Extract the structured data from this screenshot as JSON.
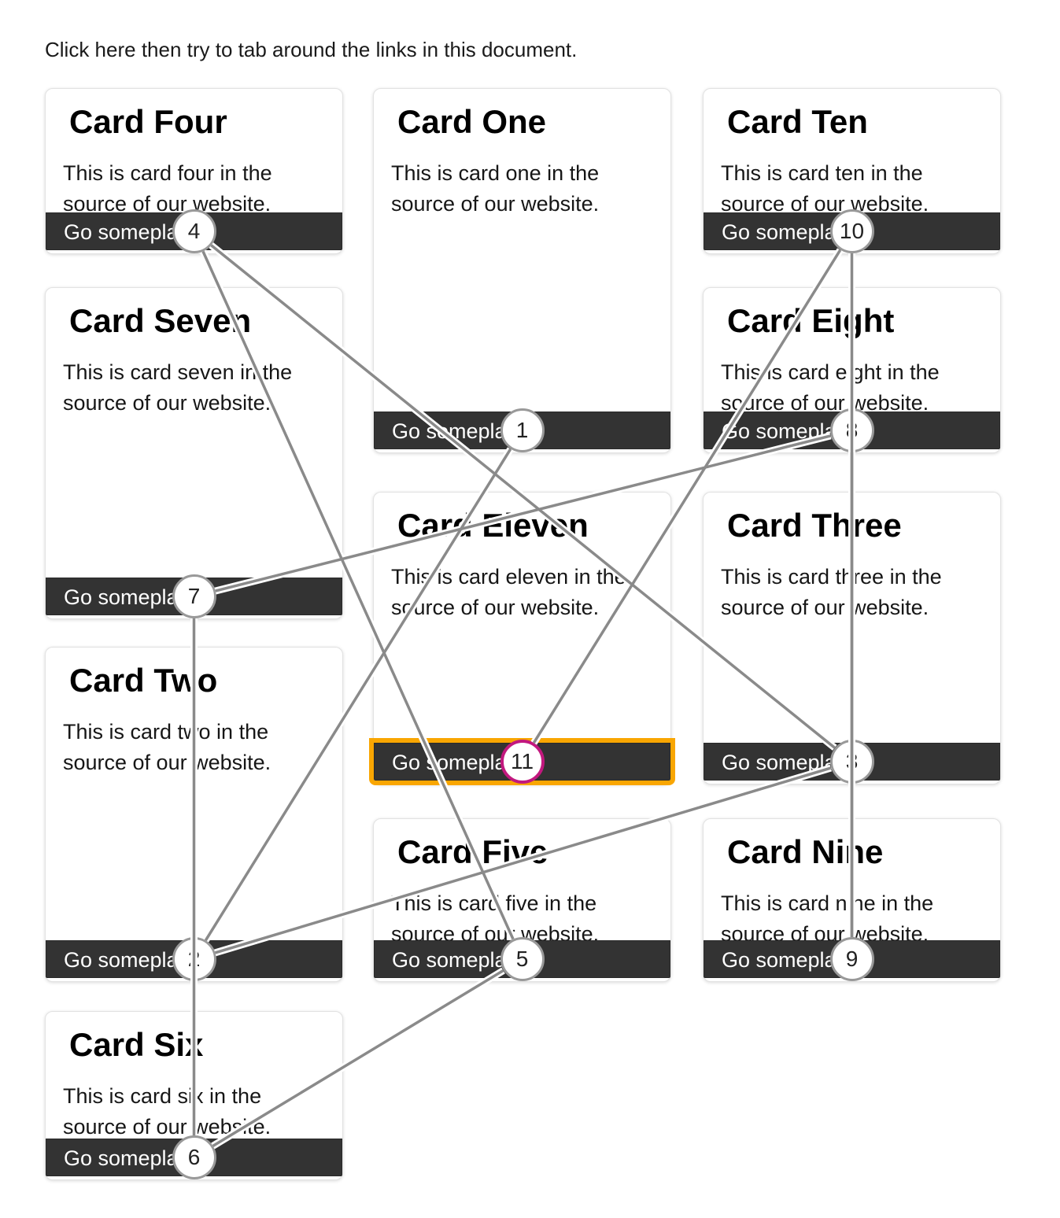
{
  "instruction": "Click here then try to tab around the links in this document.",
  "cards": [
    {
      "title": "Card Four",
      "body": "This is card four in the source of our website.",
      "button_label": "Go someplace",
      "tab_index": 4
    },
    {
      "title": "Card Seven",
      "body": "This is card seven in the source of our website.",
      "button_label": "Go someplace",
      "tab_index": 7
    },
    {
      "title": "Card Two",
      "body": "This is card two in the source of our website.",
      "button_label": "Go someplace",
      "tab_index": 2
    },
    {
      "title": "Card Six",
      "body": "This is card six in the source of our website.",
      "button_label": "Go someplace",
      "tab_index": 6
    },
    {
      "title": "Card One",
      "body": "This is card one in the source of our website.",
      "button_label": "Go someplace",
      "tab_index": 1
    },
    {
      "title": "Card Eleven",
      "body": "This is card eleven in the source of our website.",
      "button_label": "Go someplace",
      "tab_index": 11
    },
    {
      "title": "Card Five",
      "body": "This is card five in the source of our website.",
      "button_label": "Go someplace",
      "tab_index": 5
    },
    {
      "title": "Card Ten",
      "body": "This is card ten in the source of our website.",
      "button_label": "Go someplace",
      "tab_index": 10
    },
    {
      "title": "Card Eight",
      "body": "This is card eight in the source of our website.",
      "button_label": "Go someplace",
      "tab_index": 8
    },
    {
      "title": "Card Three",
      "body": "This is card three in the source of our website.",
      "button_label": "Go someplace",
      "tab_index": 3
    },
    {
      "title": "Card Nine",
      "body": "This is card nine in the source of our website.",
      "button_label": "Go someplace",
      "tab_index": 9
    }
  ],
  "tab_order_sequence": [
    1,
    2,
    3,
    4,
    5,
    6,
    7,
    8,
    9,
    10,
    11
  ],
  "focused_tab_index": 11,
  "focused_card_title": "Card Eleven",
  "colors": {
    "button_bg": "#333333",
    "button_text": "#ffffff",
    "focus_outline_orange": "#f9a602",
    "focused_badge_border_magenta": "#c2187e",
    "badge_border_gray": "#999999",
    "connector_line_gray": "#8a8a8a",
    "card_border": "#e2e2e2"
  }
}
